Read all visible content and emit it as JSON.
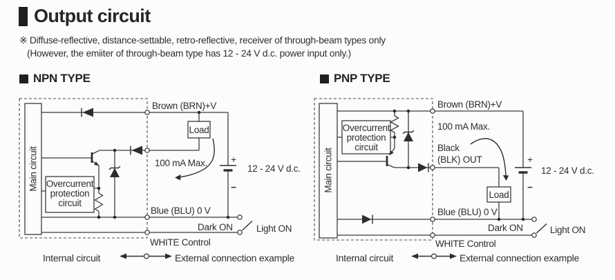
{
  "header": {
    "title": "Output circuit"
  },
  "note": {
    "line1": "※ Diffuse-reflective, distance-settable, retro-reflective, receiver of through-beam types only",
    "line2": "(However, the emiiter of through-beam type has 12 - 24 V d.c. power input only.)"
  },
  "npn": {
    "heading": "NPN TYPE"
  },
  "pnp": {
    "heading": "PNP TYPE",
    "black_l1": "Black",
    "black_l2": "(BLK) OUT"
  },
  "shared": {
    "main_circuit": "Main circuit",
    "overcurrent": {
      "l1": "Overcurrent",
      "l2": "protection",
      "l3": "circuit"
    },
    "brown": "Brown (BRN)+V",
    "load": "Load",
    "max_current": "100 mA Max.",
    "plus": "+",
    "minus": "−",
    "supply": "12 - 24 V d.c.",
    "blue": "Blue (BLU) 0 V",
    "dark_on": "Dark ON",
    "light_on": "Light ON",
    "white_control": "WHITE Control",
    "internal": "Internal circuit",
    "external": "External connection example"
  },
  "icons": {
    "title_bar": "black-vertical-bar",
    "section_marker": "black-square",
    "diode": "filled-triangle-with-bar",
    "zener_diode": "filled-triangle-with-bent-bar",
    "transistor": "base-bar-with-emitter-arrow",
    "resistor": "zigzag",
    "battery": "long-short-plates",
    "switch": "pivot-circle-with-blade",
    "terminal": "open-circle-on-dashed-boundary",
    "legend_arrow": "double-headed-arrow-through-circle"
  },
  "colors": {
    "ink": "#2d2d2d",
    "line": "#3a3a3a",
    "background": "#fcfcfc"
  }
}
